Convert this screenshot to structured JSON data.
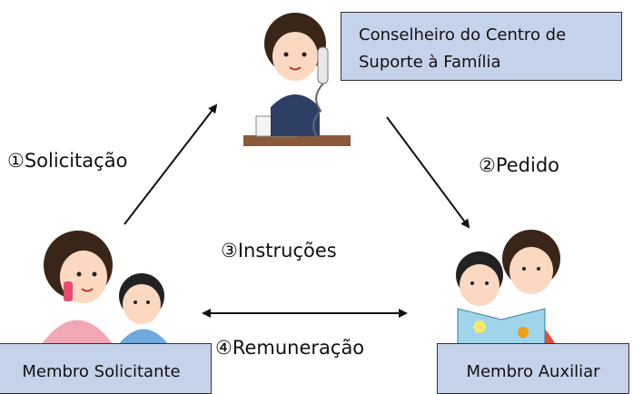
{
  "nodes": {
    "counselor": {
      "line1": "Conselheiro do Centro de",
      "line2": "Suporte à Família"
    },
    "requester": {
      "label": "Membro Solicitante"
    },
    "helper": {
      "label": "Membro Auxiliar"
    }
  },
  "edges": {
    "request": "①Solicitação",
    "order": "②Pedido",
    "instructions": "③Instruções",
    "remuneration": "④Remuneração"
  },
  "colors": {
    "box_fill": "#c5d3ea",
    "arrow": "#111111"
  }
}
